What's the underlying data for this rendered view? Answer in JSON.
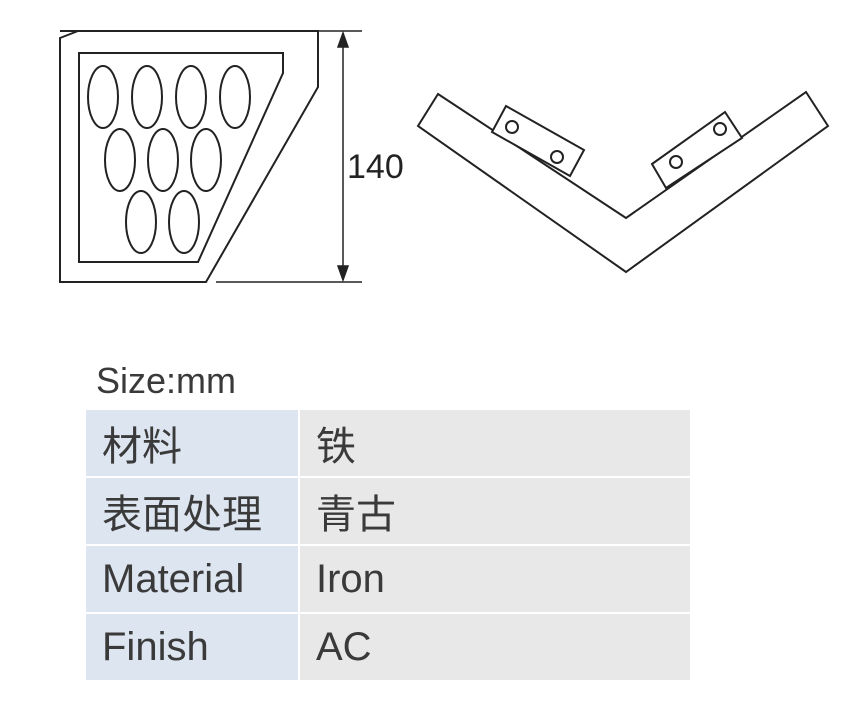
{
  "drawing": {
    "dimension_label": "140"
  },
  "size_label": "Size:mm",
  "spec_table": [
    {
      "key": "材料",
      "value": "铁"
    },
    {
      "key": "表面处理",
      "value": "青古"
    },
    {
      "key": "Material",
      "value": "Iron"
    },
    {
      "key": "Finish",
      "value": "AC"
    }
  ]
}
